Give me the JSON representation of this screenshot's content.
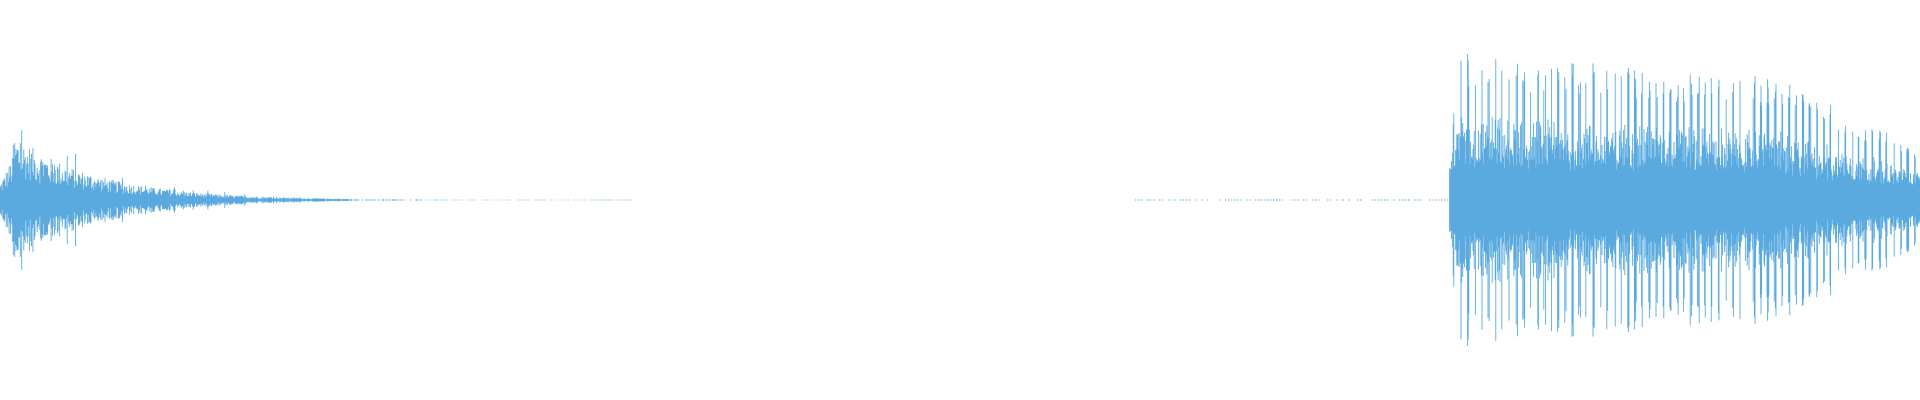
{
  "waveform": {
    "color": "#5aaae0",
    "background": "#ffffff",
    "segments": [
      {
        "kind": "decay-burst",
        "start": 0.0,
        "end": 0.33,
        "peak": 0.33
      },
      {
        "kind": "silence",
        "start": 0.33,
        "end": 0.59
      },
      {
        "kind": "low-noise",
        "start": 0.59,
        "end": 0.755
      },
      {
        "kind": "dense-burst",
        "start": 0.755,
        "end": 1.0,
        "peak": 0.74
      }
    ]
  }
}
